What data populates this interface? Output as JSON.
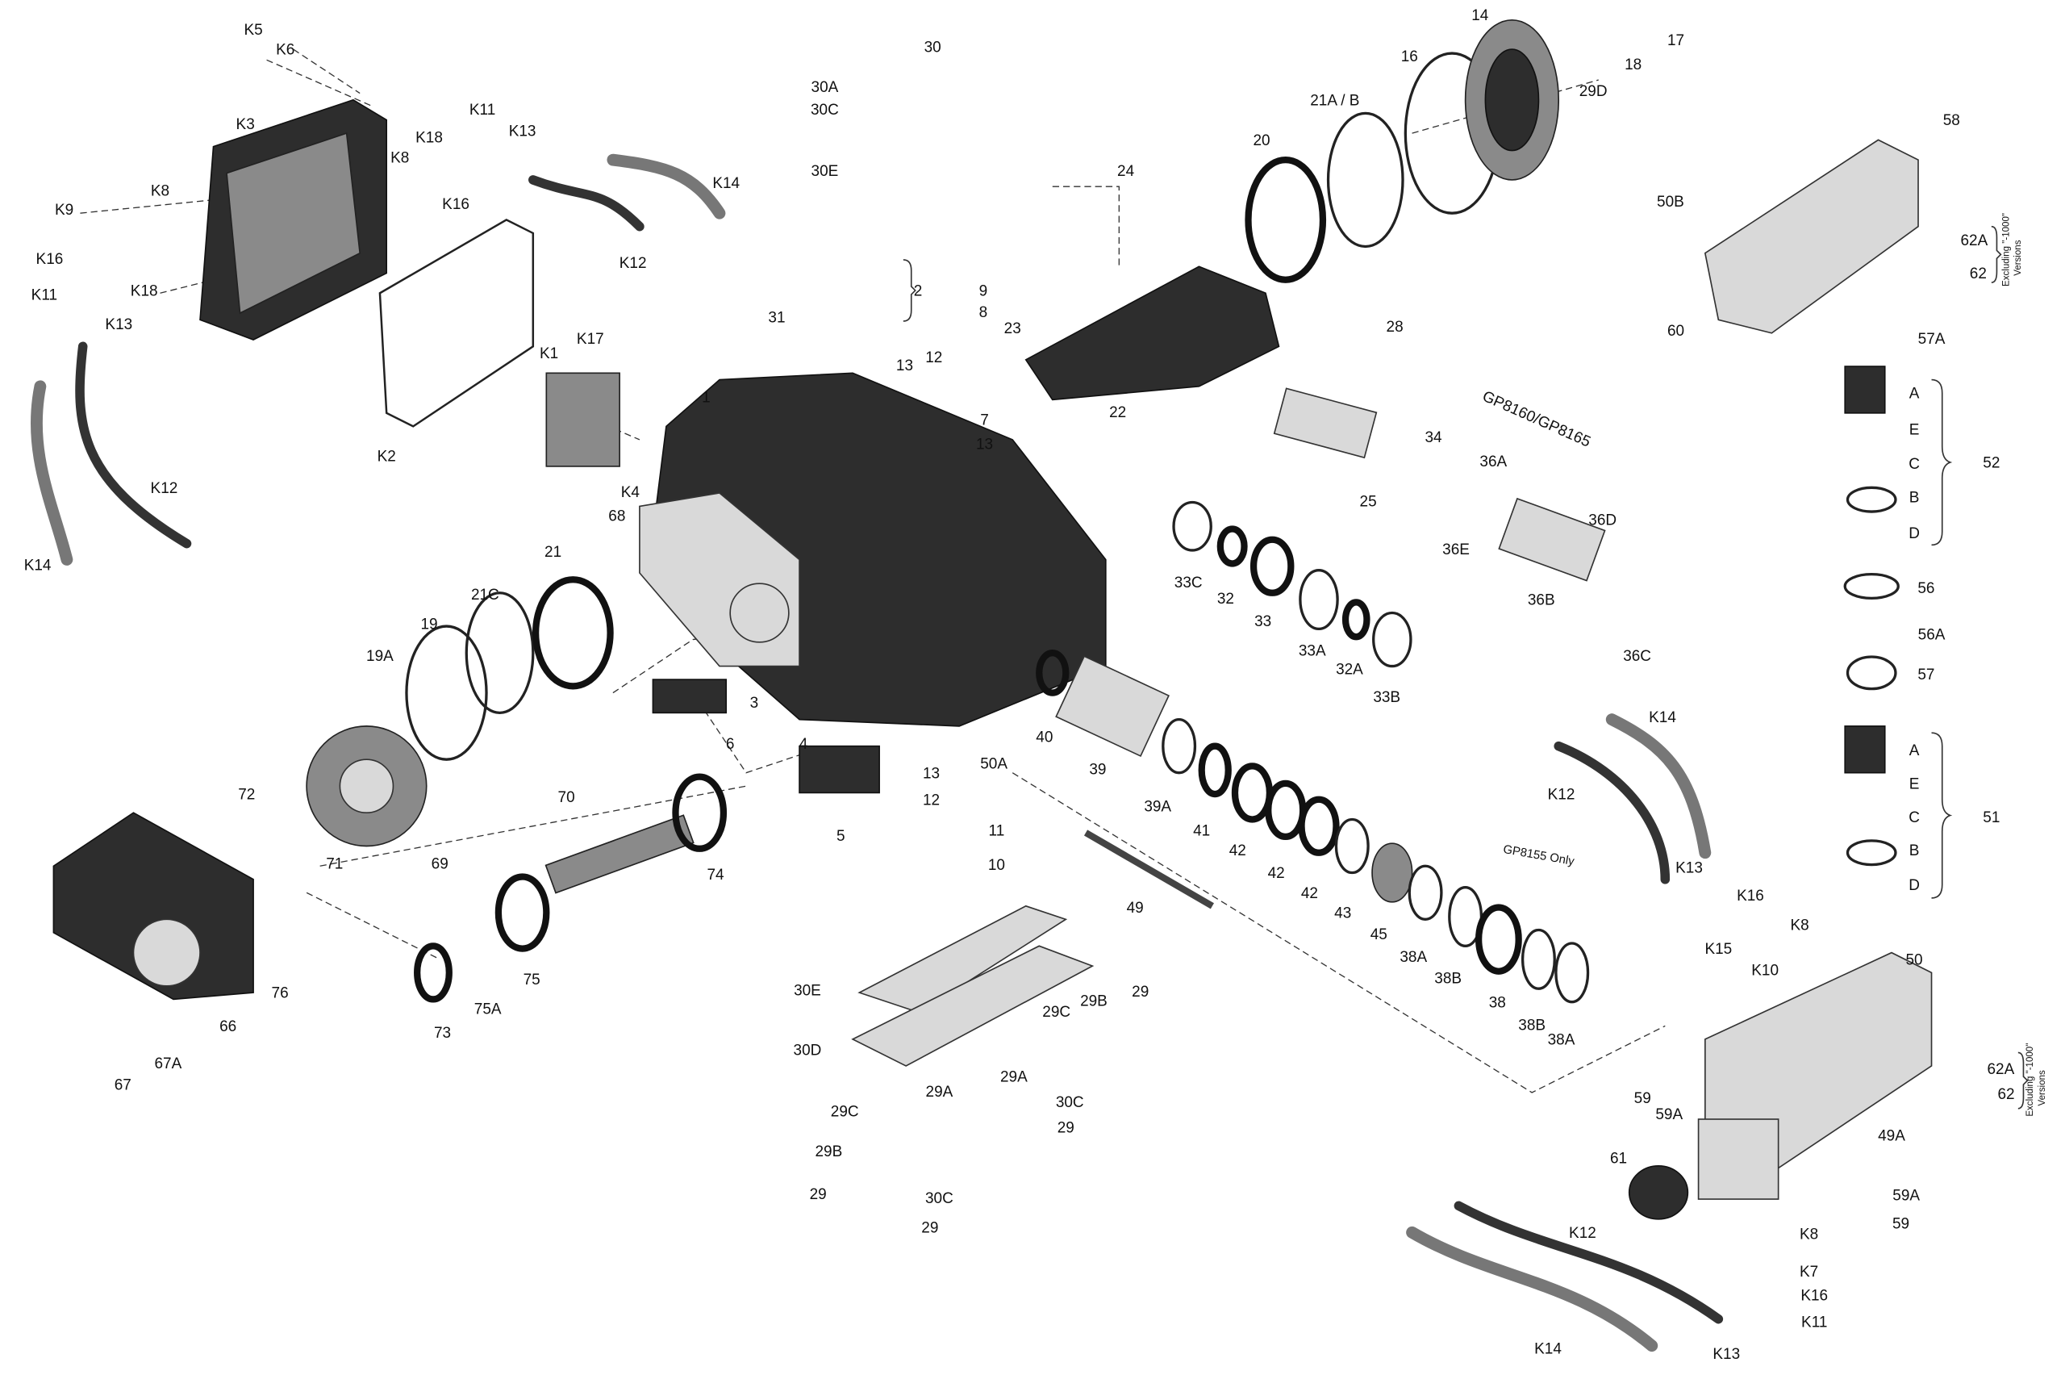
{
  "diagram": {
    "title": "Pump exploded parts diagram",
    "labels": [
      "K5",
      "K6",
      "K3",
      "K8",
      "K18",
      "K11",
      "K13",
      "K16",
      "K14",
      "K12",
      "K9",
      "K8",
      "K16",
      "K18",
      "K11",
      "K13",
      "K12",
      "K14",
      "K2",
      "K1",
      "K17",
      "K4",
      "30",
      "30A",
      "30C",
      "30E",
      "14",
      "16",
      "21A / B",
      "20",
      "17",
      "18",
      "29D",
      "58",
      "50B",
      "62A",
      "62",
      "60",
      "24",
      "23",
      "22",
      "28",
      "2",
      "9",
      "8",
      "31",
      "13",
      "12",
      "7",
      "13",
      "1",
      "25",
      "34",
      "36A",
      "36E",
      "36D",
      "36B",
      "36C",
      "57A",
      "A",
      "E",
      "C",
      "B",
      "D",
      "52",
      "56",
      "56A",
      "57",
      "A",
      "E",
      "C",
      "B",
      "D",
      "51",
      "33C",
      "32",
      "33",
      "33A",
      "32A",
      "33B",
      "68",
      "21",
      "21C",
      "19",
      "19A",
      "3",
      "6",
      "4",
      "40",
      "50A",
      "39",
      "39A",
      "41",
      "42",
      "42",
      "42",
      "43",
      "45",
      "38A",
      "38B",
      "38",
      "38B",
      "38A",
      "13",
      "12",
      "5",
      "11",
      "10",
      "72",
      "70",
      "71",
      "69",
      "74",
      "49",
      "K14",
      "K12",
      "K13",
      "K16",
      "K15",
      "K10",
      "K8",
      "50",
      "66",
      "76",
      "73",
      "75A",
      "75",
      "67",
      "67A",
      "30E",
      "30D",
      "29C",
      "29B",
      "29",
      "29A",
      "30C",
      "29",
      "29A",
      "29C",
      "29B",
      "29",
      "30C",
      "29",
      "59",
      "59A",
      "62A",
      "62",
      "49A",
      "61",
      "59A",
      "59",
      "K8",
      "K12",
      "K7",
      "K16",
      "K11",
      "K14",
      "K13"
    ],
    "notes": {
      "gp8160": "GP8160/GP8165",
      "gp8155": "GP8155 Only",
      "excluding_line1": "Excluding \"-1000\"",
      "excluding_line2": "Versions"
    }
  }
}
